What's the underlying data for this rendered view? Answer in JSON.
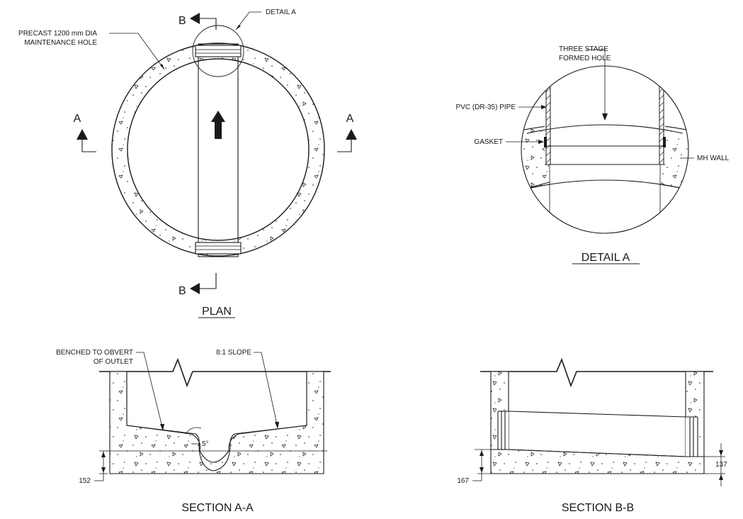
{
  "plan": {
    "title": "PLAN",
    "label_precast_line1": "PRECAST 1200 mm DIA",
    "label_precast_line2": "MAINTENANCE HOLE",
    "label_detail_a": "DETAIL A",
    "cut_a": "A",
    "cut_b": "B"
  },
  "detail_a": {
    "title": "DETAIL A",
    "label_three_stage_line1": "THREE STAGE",
    "label_three_stage_line2": "FORMED HOLE",
    "label_pvc_pipe": "PVC (DR-35) PIPE",
    "label_gasket": "GASKET",
    "label_mh_wall": "MH WALL"
  },
  "section_aa": {
    "title": "SECTION A-A",
    "label_benched_line1": "BENCHED TO OBVERT",
    "label_benched_line2": "OF OUTLET",
    "label_slope": "8:1 SLOPE",
    "label_angle": "5°",
    "dim_base": "152"
  },
  "section_bb": {
    "title": "SECTION B-B",
    "dim_left": "167",
    "dim_right": "137"
  },
  "colors": {
    "ink": "#1a1a1a",
    "background": "#ffffff"
  }
}
